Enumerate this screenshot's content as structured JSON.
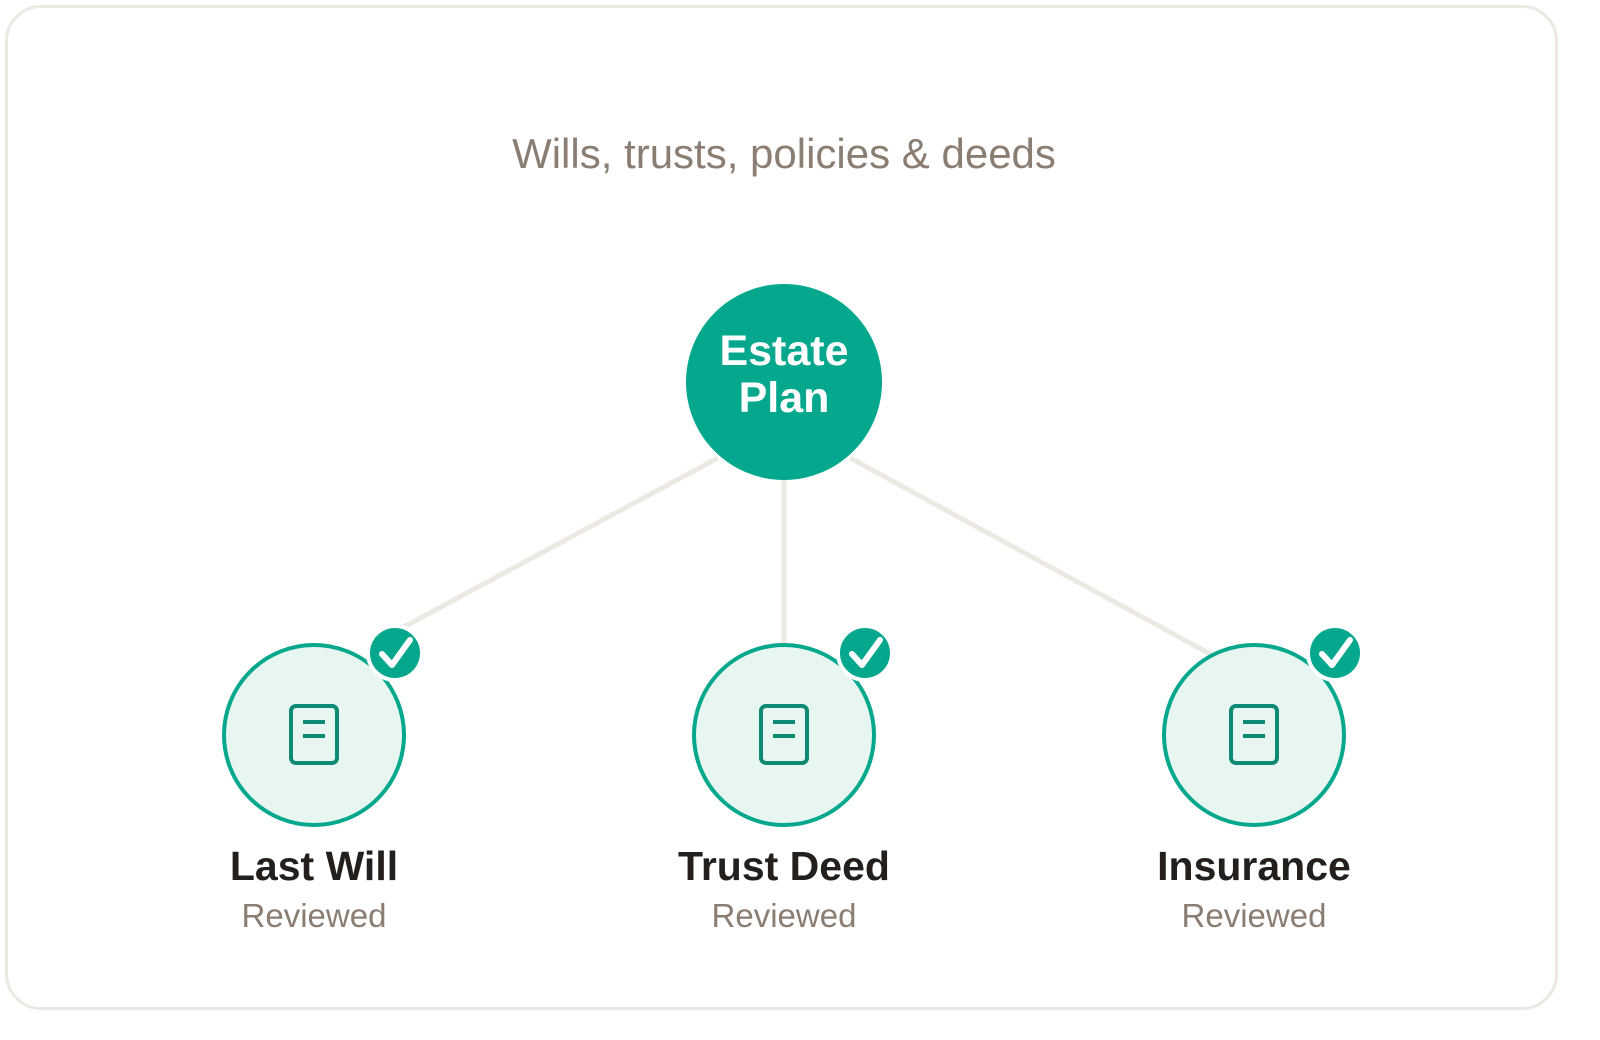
{
  "subtitle": "Wills, trusts, policies & deeds",
  "root": {
    "line1": "Estate",
    "line2": "Plan"
  },
  "children": [
    {
      "label": "Last Will",
      "status": "Reviewed",
      "icon": "document-icon",
      "badge": "check-icon"
    },
    {
      "label": "Trust Deed",
      "status": "Reviewed",
      "icon": "document-icon",
      "badge": "check-icon"
    },
    {
      "label": "Insurance",
      "status": "Reviewed",
      "icon": "document-icon",
      "badge": "check-icon"
    }
  ],
  "colors": {
    "accent": "#05a88c",
    "accent_dark": "#0e8a74",
    "node_fill": "#e8f6f2",
    "connector": "#ece9e2",
    "muted_text": "#8a7d72",
    "heading_text": "#231f1c"
  }
}
